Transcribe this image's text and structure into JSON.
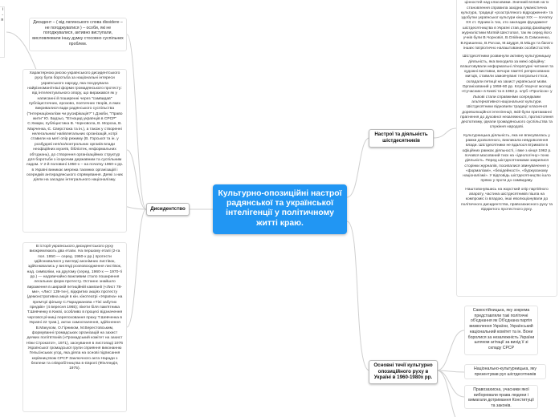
{
  "central": {
    "title": "Культурно-опозиційні настрої радянської та української інтелігенції у політичному житті краю."
  },
  "branches": {
    "dissidence": "Дисидентство",
    "theatre": "Настрої та діяльність шістдесятників",
    "currents": "Основні течії культурно опозиційного руху в Україні в 1960-1980х рр."
  },
  "edge_stub": {
    "lines": [
      "і",
      "-",
      "я"
    ]
  },
  "notes": {
    "definition": "Дисидент – ( від латинського слова dissidere – не погоджуватися ) – особи, які не погоджувалися, активно виступали, висловлювали іншу думку стосовно суспільних проблем.",
    "character": "Характерною рисою українського дисидентського руху була боротьба за національні інтереси українського народу, яка поєднувала найрізноманітніші форми громадянського протесту: від інтелектуального опору, що виражався як у написанні й поширенні через \"самвидав\" публіцистичних, ерозово, поетичних творів, в яких викривалися вади радянського суспільства (\"Інтернаціоналізм чи русифікація?\" І.Дзюби, \"Право жити\" Ю. Бадзьо, \"Етноцид українців в СРСР\" С.Хмари, публіцистика В. Чорновола, В. Мороза, В. Марченка, Є. Сверстюка та ін.), а також у створенні нелегальних/ напівлегальних організацій, котрі ставили на меті опір режиму (В. Горської та ін. у розбудові неп/ко/контрольних органів влади неофіційних музеїв, бібліотек, неформальних об'єднань), до створення організаційних структур для боротьби з існуючим державним та суспільним ладом. У 2-й половині 1950-х – на початку 1960-х рр. в Україні виникає мережа таємних організацій і осередків антирадянського спрямування. Деякі з них діяли на засадах інтегрального націоналізму.",
    "history": "В історії українського дисидентського руху виокремлюють два етапи. На першому етапі (2-га пол. 1950 — серед. 1960-х рр.) протести здійснювалися у вигляді анонімних листівок, здійснювались у вигляді розповсюдження листівок, над. символіки, на другому (серед. 1960-х — 1970-ті рр.) — надзвичайно важливим стало поширення легальних форм протесту. Останнє знайшло вираження в широкій петиційній кампанії («Лист 78-ми», «Лист 139-ти»), відкритих акціях протесту (демонстративна акція в кін. кінотеатрі «Україна» на прем'єрі фільму С.Параджанова «Тіні забутих предків» (4 вересня 1965); пікети біля пам'ятника Т.Шевченку в Києві, особливо в процесі відзначення чергової річниці перепоховання праху Т.Шевченка в Україні 22 трав.), актах самоспалення, здійснення В.Макухом, О.Гірником, М.Верестовським, формуванні громадських організацій на захист деяких політв'язнів («Громадський комітет на захист Ніни Строкатої», 1971), заснування в листопаді 1976 Української громадської групи сприяння виконанню Гельсінських угод, яка діяла на основі підписання керівництвом СРСР Заключного акта Наради з безпеки та співробітництва в Європі (Фінляндія, 1975).",
    "sixties": [
      "Культурним поворотом, прагнуті загальнолюдських цінностей над класовими. Значний вплив на їх становлення справила західна гуманістична культура, традиції «розстріляного відродження» та здобутки української культури кінця XIX — початку XX ст. Одним із тих, хто закладав фундамент шістдесятництва в Україні став досвід фахівцеву журналістики Матвій Шестопал, так як серед його учнів були В.Чорновіл, В.Олійник, Б.Симоненко, В.Кришенко, В.Рогоза, М.Шудря, В.Міщук та багато інших патріотично налаштованих особистостей.",
      "Шістдесятники розвинули активну культурницьку діяльність, яка виходила за межі офіційну: влаштовували неформальні літературні читання та художні виставки, вечори пам'яті репресованих митців, ставили замовчувані театральні п'єси, складали петиції на захист української мови. Організований у 1959-60 рр. Клуб творчої молоді «Сучасник» в Києві та в 1962 р. клуб «Пролісок» у Львові стали справжніми осередками альтернативної національної культури. Шістдесятники відновили традиції класичної дореволюційної інтелігенції, якій були притаманні прагнення до духовної незалежності, протистояння деспотизму, ідеали громадянського суспільства та служіння народові.",
      "Культурницька діяльність, яка не вписувалась у рамки дозволеного, викликала невдоволення влади. Шістдесятники не вдалося втримати в офіційних рамках діяльності, і вже з кінця 1962 р. почався масований тиск на «ідеологічну» їхню діяльність. Перед шістдесятниками закрилися сторінки журналів, посипалися звинувачення у «формалізмі», «безідейності», «буржуазному націоналізмі». У відповідь шістдесятництво ішло прямо у проти до самвидаву.",
      "Наштовхнувшись на жорсткий опір партійного апарату, частина шістдесятників пішла на компроміс із владою, інші еволюціонували до політичного дисидентства, правозахисного руху та відкритого протестного руху."
    ],
    "samostiyna": "Самостійницька, яку зокрема представляли такі політичні об'єднання як Об'єднана партія визволення України, Український національний комітет та ін. Вони боролися за незалежність України шляхом агітації за вихід її зі складу СРСР",
    "cultural": "Національно-культурницька, яку презентував рух шістдесятників",
    "rights": "Правозахисна, учасники якої виборювали права людини і вимагали дотримання Конституції та законів."
  }
}
